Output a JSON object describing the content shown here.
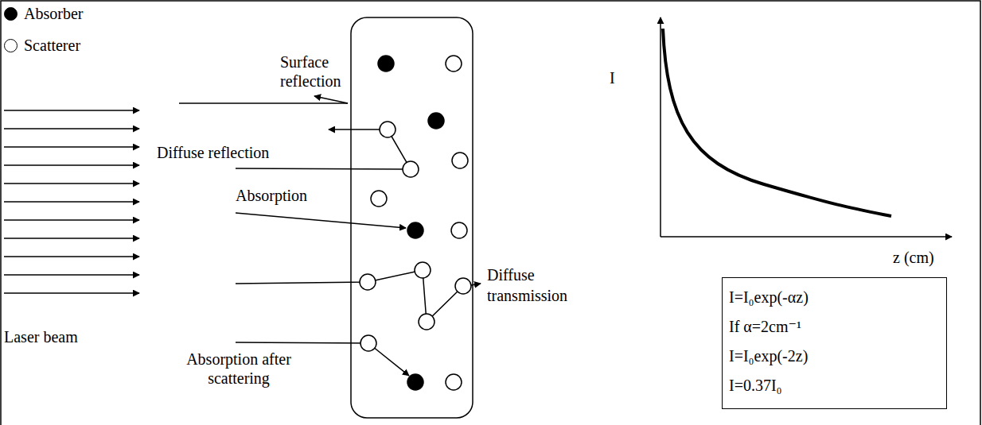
{
  "diagram": {
    "nodes": [
      {
        "text": [
          "I=I₀exp(-αz)",
          "If α=2cm⁻¹",
          "I=I₀exp(-2z)",
          "I=0.37I₀"
        ]
      }
    ],
    "labels": [
      "Surface reflection",
      "Diffuse reflection",
      "Absorption",
      "Diffuse transmission",
      "Laser beam",
      "Absorption after scattering",
      "I",
      "z (cm)"
    ],
    "legend": [
      {
        "text": "Absorber",
        "color": "#000000"
      },
      {
        "text": "Scatterer",
        "color": "#ffffff"
      }
    ]
  }
}
